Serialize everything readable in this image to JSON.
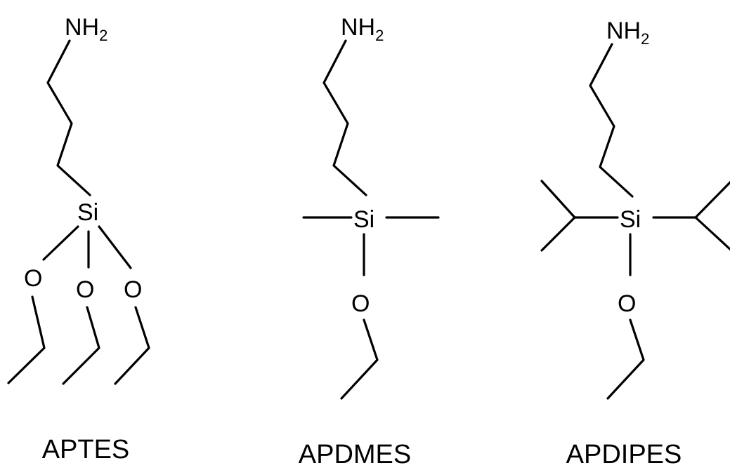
{
  "molecules": [
    {
      "name": "APTES",
      "amine": {
        "main": "NH",
        "sub": "2"
      },
      "silicon": "Si",
      "oxygen": [
        "O",
        "O",
        "O"
      ]
    },
    {
      "name": "APDMES",
      "amine": {
        "main": "NH",
        "sub": "2"
      },
      "silicon": "Si",
      "oxygen": [
        "O"
      ]
    },
    {
      "name": "APDIPES",
      "amine": {
        "main": "NH",
        "sub": "2"
      },
      "silicon": "Si",
      "oxygen": [
        "O"
      ]
    }
  ],
  "colors": {
    "stroke": "#000000",
    "background": "#ffffff"
  }
}
